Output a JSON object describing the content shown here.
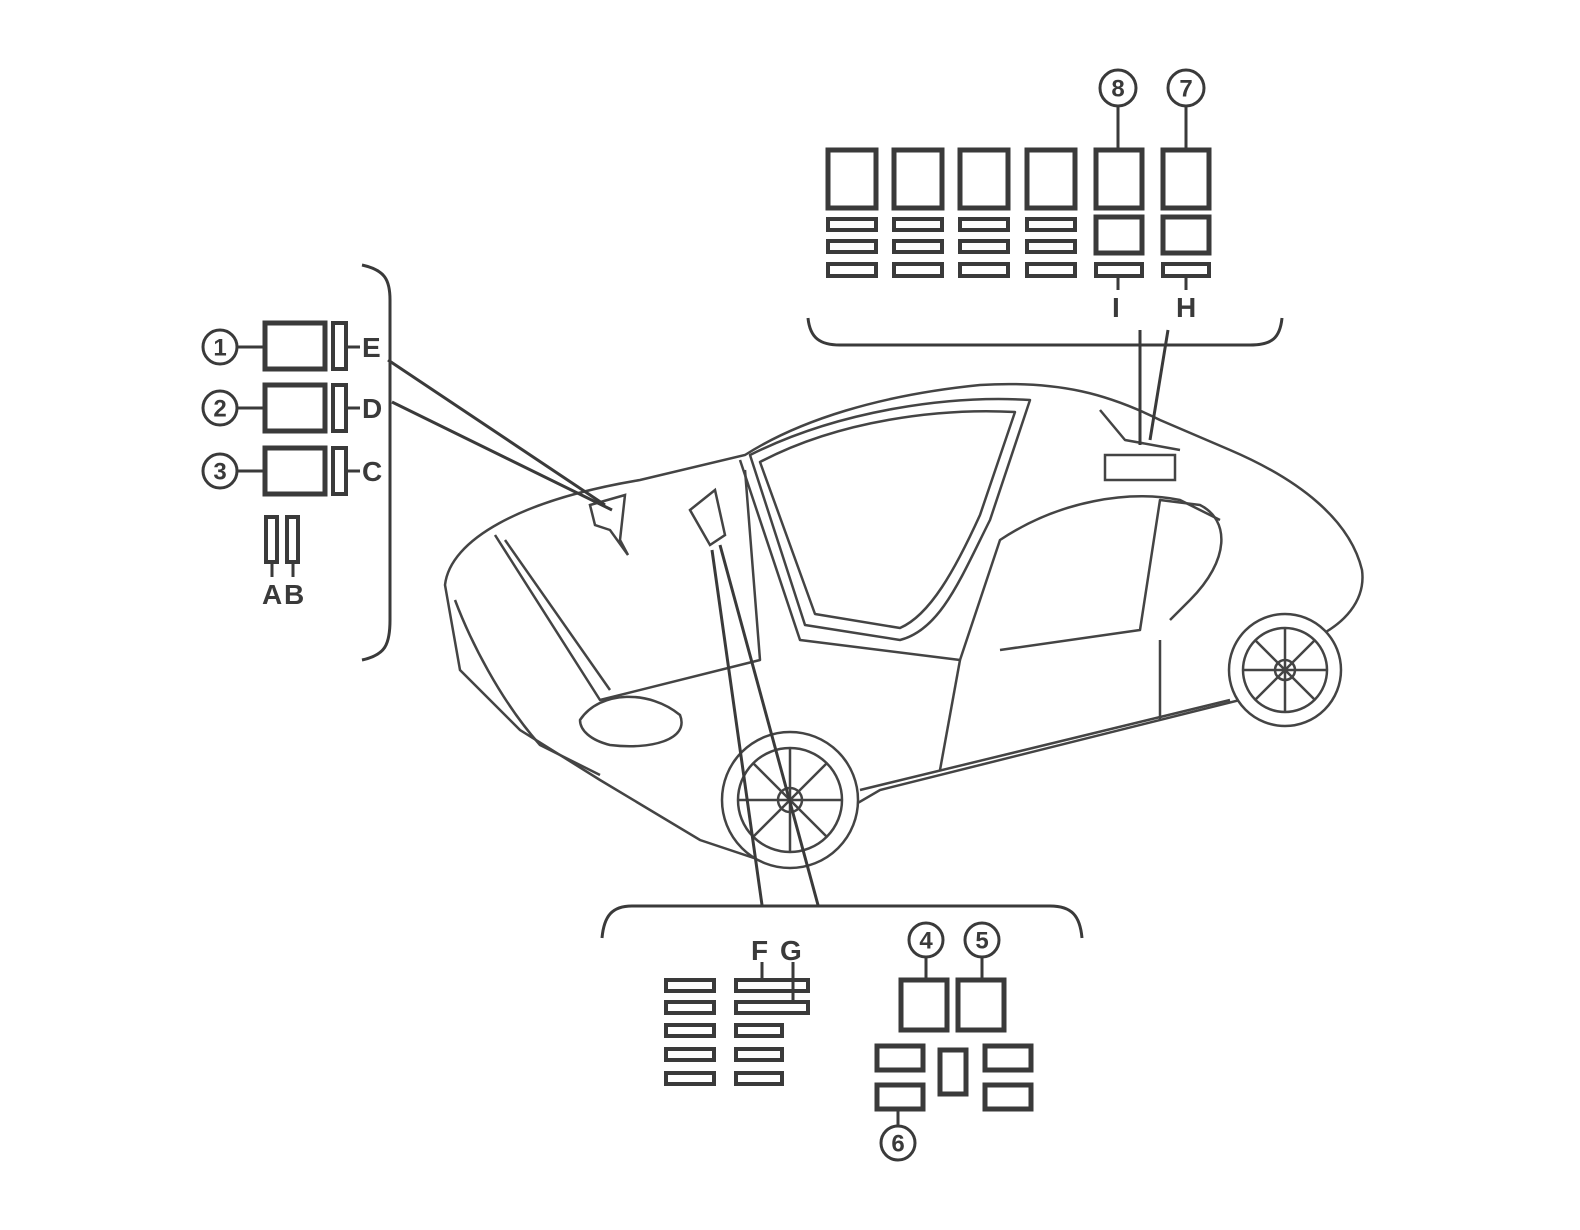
{
  "diagram": {
    "callouts": [
      "1",
      "2",
      "3",
      "4",
      "5",
      "6",
      "7",
      "8"
    ],
    "letters": {
      "A": "A",
      "B": "B",
      "C": "C",
      "D": "D",
      "E": "E",
      "F": "F",
      "G": "G",
      "H": "H",
      "I": "I"
    },
    "line_color": "#3a3a3a"
  }
}
